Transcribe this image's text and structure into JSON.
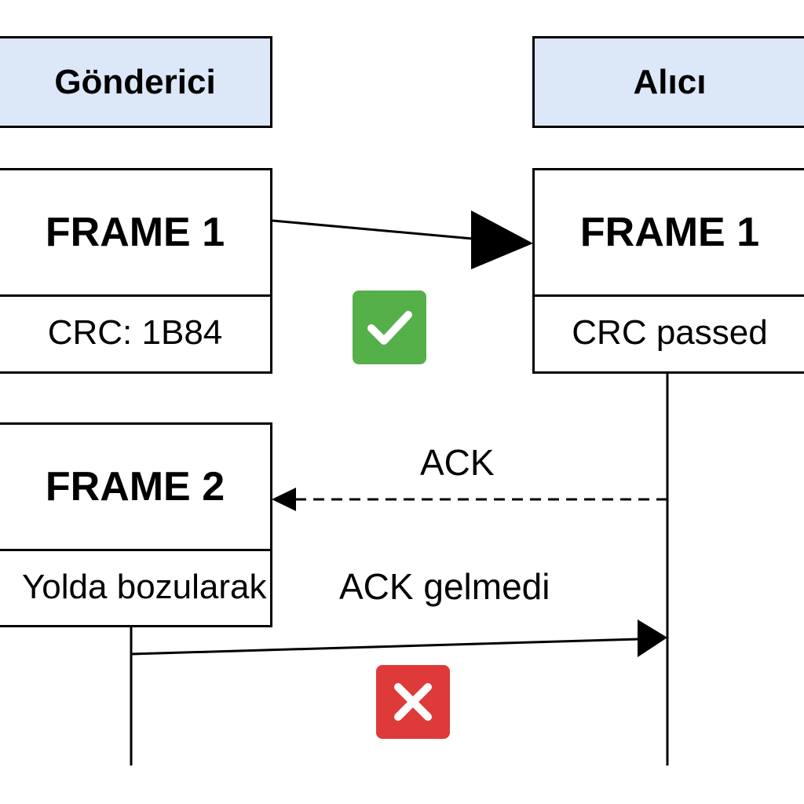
{
  "lanes": {
    "sender": {
      "title": "Gönderici"
    },
    "receiver": {
      "title": "Alıcı"
    }
  },
  "frames": {
    "sender_frame1": {
      "title": "FRAME 1",
      "detail": "CRC: 1B84"
    },
    "receiver_frame1": {
      "title": "FRAME 1",
      "detail": "CRC passed"
    },
    "sender_frame2": {
      "title": "FRAME 2",
      "detail": "Yolda bozularak"
    }
  },
  "messages": {
    "ack": "ACK",
    "ack_missing": "ACK gelmedi"
  },
  "status": {
    "success": {
      "icon": "check-icon",
      "color": "#55b04a"
    },
    "failure": {
      "icon": "cross-icon",
      "color": "#de3a3a"
    }
  },
  "colors": {
    "header_fill": "#dce7f7",
    "line": "#000000"
  }
}
